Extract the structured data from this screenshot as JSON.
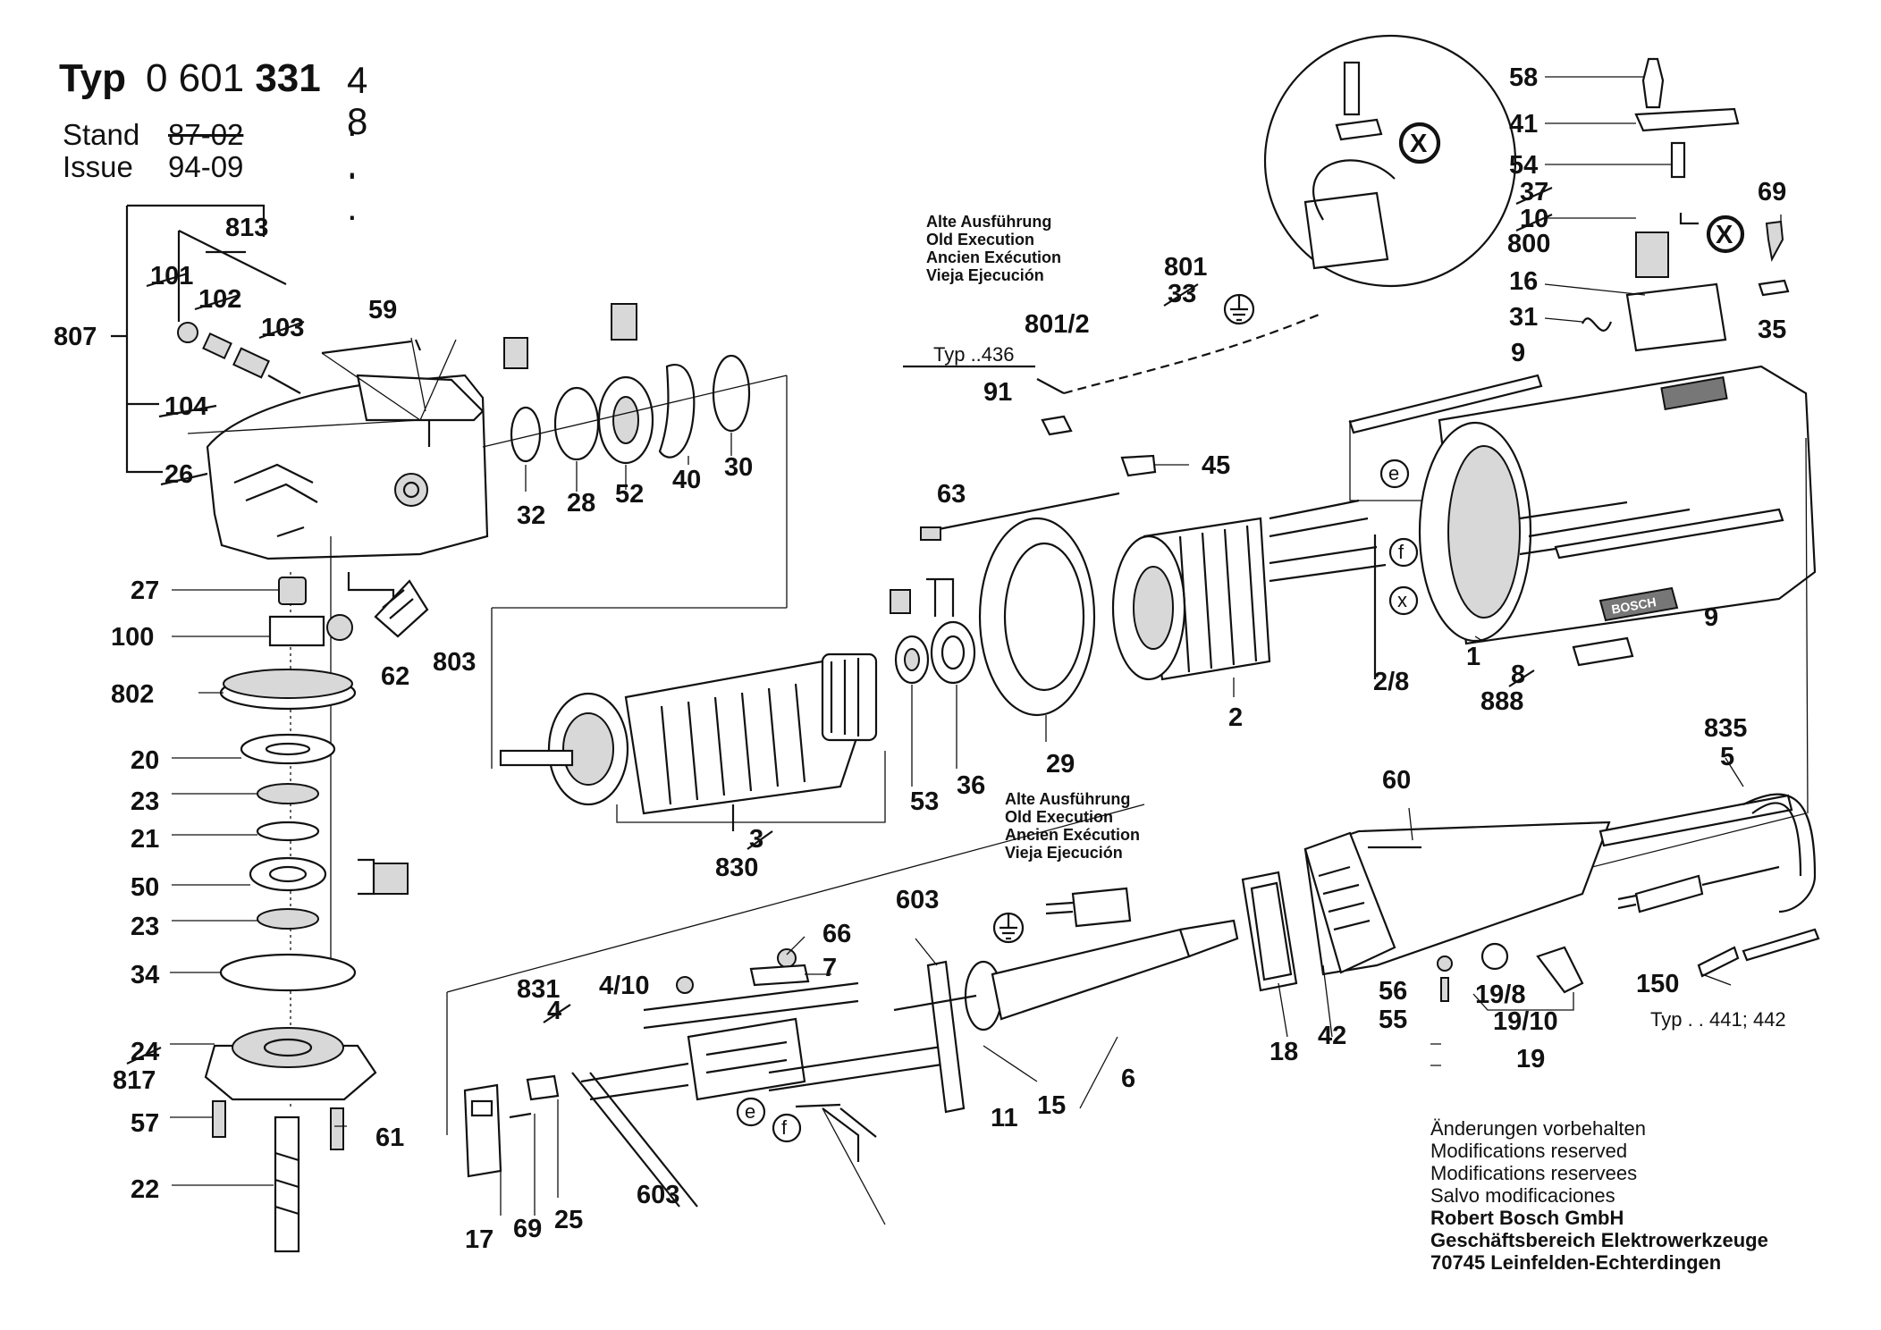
{
  "header": {
    "typ_label": "Typ",
    "typ_number_prefix": "0 601",
    "typ_number_main": "331",
    "suffix_1": "4 . .",
    "suffix_2": "8 . .",
    "stand_label": "Stand",
    "stand_value": "87-02",
    "issue_label": "Issue",
    "issue_value": "94-09"
  },
  "old_execution_note": [
    "Alte Ausführung",
    "Old Execution",
    "Ancien Exécution",
    "Vieja Ejecución"
  ],
  "typ_436_label": "Typ ..436",
  "typ_441_label": "Typ . . 441; 442",
  "footer": {
    "line1": "Änderungen vorbehalten",
    "line2": "Modifications reserved",
    "line3": "Modifications reservees",
    "line4": "Salvo modificaciones",
    "line5": "Robert Bosch GmbH",
    "line6": "Geschäftsbereich Elektrowerkzeuge",
    "line7": "70745 Leinfelden-Echterdingen"
  },
  "symbols": {
    "x_marker": "X",
    "e_marker": "e",
    "f_marker": "f",
    "x_small": "x",
    "brand": "BOSCH"
  },
  "part_numbers": {
    "p813": "813",
    "p807": "807",
    "p101": "101",
    "p102": "102",
    "p103": "103",
    "p104": "104",
    "p26": "26",
    "p59": "59",
    "p27": "27",
    "p100": "100",
    "p62": "62",
    "p803": "803",
    "p802": "802",
    "p20": "20",
    "p23a": "23",
    "p21": "21",
    "p50": "50",
    "p23b": "23",
    "p34": "34",
    "p24": "24",
    "p817": "817",
    "p57": "57",
    "p61": "61",
    "p22": "22",
    "p32": "32",
    "p28": "28",
    "p52": "52",
    "p40": "40",
    "p30": "30",
    "p3": "3",
    "p830": "830",
    "p53": "53",
    "p36": "36",
    "p29": "29",
    "p63": "63",
    "p45": "45",
    "p2": "2",
    "p28b": "2/8",
    "p1": "1",
    "p8": "8",
    "p888": "888",
    "p9a": "9",
    "p9b": "9",
    "p801": "801",
    "p33": "33",
    "p8012": "801/2",
    "p91": "91",
    "p58": "58",
    "p41": "41",
    "p54": "54",
    "p37": "37",
    "p10": "10",
    "p800": "800",
    "p16": "16",
    "p31": "31",
    "p69a": "69",
    "p35": "35",
    "p835": "835",
    "p5": "5",
    "p60": "60",
    "p150": "150",
    "p603a": "603",
    "p66": "66",
    "p7": "7",
    "p831": "831",
    "p4": "4",
    "p410": "4/10",
    "p11": "11",
    "p15": "15",
    "p6": "6",
    "p18": "18",
    "p42": "42",
    "p56": "56",
    "p55": "55",
    "p198": "19/8",
    "p1910": "19/10",
    "p19": "19",
    "p17": "17",
    "p69b": "69",
    "p25": "25",
    "p603b": "603"
  }
}
